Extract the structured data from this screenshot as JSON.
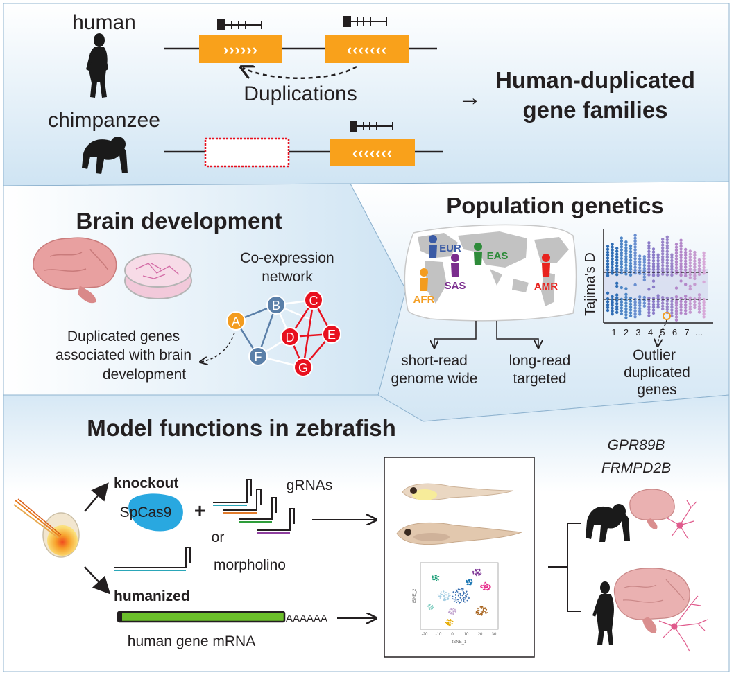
{
  "top": {
    "species_human": "human",
    "species_chimp": "chimpanzee",
    "duplications_label": "Duplications",
    "result_line1": "Human-duplicated",
    "result_line2": "gene families",
    "arrow": "→"
  },
  "brain": {
    "title": "Brain development",
    "network_title_line1": "Co-expression",
    "network_title_line2": "network",
    "nodes": [
      "A",
      "B",
      "C",
      "D",
      "E",
      "F",
      "G"
    ],
    "caption_line1": "Duplicated genes",
    "caption_line2": "associated with brain",
    "caption_line3": "development"
  },
  "popgen": {
    "title": "Population genetics",
    "populations": [
      {
        "label": "EUR",
        "color": "#3b5ba5"
      },
      {
        "label": "EAS",
        "color": "#2e8b3a"
      },
      {
        "label": "SAS",
        "color": "#7b2d8e"
      },
      {
        "label": "AFR",
        "color": "#f39c1f"
      },
      {
        "label": "AMR",
        "color": "#e8231f"
      }
    ],
    "short_read_line1": "short-read",
    "short_read_line2": "genome wide",
    "long_read_line1": "long-read",
    "long_read_line2": "targeted",
    "y_axis_label": "Tajima's D",
    "x_ticks": [
      "1",
      "2",
      "3",
      "4",
      "5",
      "6",
      "7",
      "..."
    ],
    "outlier_line1": "Outlier",
    "outlier_line2": "duplicated",
    "outlier_line3": "genes"
  },
  "zebrafish": {
    "title": "Model functions in zebrafish",
    "knockout_label": "knockout",
    "cas9_label": "SpCas9",
    "plus": "+",
    "grnas_label": "gRNAs",
    "or_label": "or",
    "morpholino_label": "morpholino",
    "humanized_label": "humanized",
    "polya_label": "AAAAAA",
    "mrna_label": "human gene mRNA",
    "genes_line1": "GPR89B",
    "genes_line2": "FRMPD2B",
    "tsne_x_ticks": [
      "-20",
      "-10",
      "0",
      "10",
      "20",
      "30"
    ],
    "tsne_xlabel": "tSNE_1",
    "tsne_ylabel": "tSNE_2"
  },
  "colors": {
    "gene_orange": "#f9a11b",
    "panel_blue": "#d6e8f5",
    "node_orange": "#f39c1f",
    "node_blue": "#5a7fa8",
    "node_red": "#e8101e",
    "dup_red": "#e8101e",
    "mrna_green": "#6bbf2a",
    "cas9_blue": "#29a8e0"
  }
}
